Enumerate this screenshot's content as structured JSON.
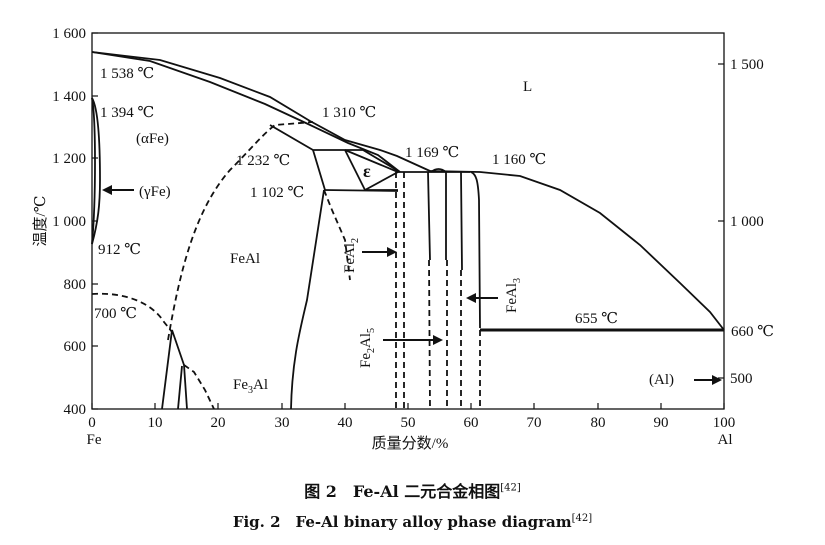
{
  "axes": {
    "x_ticks": [
      "0",
      "10",
      "20",
      "30",
      "40",
      "50",
      "60",
      "70",
      "80",
      "90",
      "100"
    ],
    "y_left_ticks": [
      "400",
      "600",
      "800",
      "1 000",
      "1 200",
      "1 400",
      "1 600"
    ],
    "y_right_ticks": [
      "500",
      "1 000",
      "1 500"
    ],
    "xlabel": "质量分数/%",
    "ylabel": "温度/℃",
    "x_end_left": "Fe",
    "x_end_right": "Al"
  },
  "labels": {
    "t1538": "1 538 ℃",
    "t1394": "1 394 ℃",
    "alphaFe": "(αFe)",
    "t1310": "1 310 ℃",
    "liquid": "L",
    "t1232": "1 232 ℃",
    "epsilon": "ε",
    "t1169": "1 169 ℃",
    "t1160": "1 160 ℃",
    "gammaFe": "(γFe)",
    "t1102": "1 102 ℃",
    "t912": "912 ℃",
    "feal": "FeAl",
    "t700": "700 ℃",
    "t655": "655 ℃",
    "t660": "660 ℃",
    "fe3al_main": "Fe",
    "fe3al_sub": "3",
    "fe3al_tail": "Al",
    "feal2_main": "FeAl",
    "feal2_sub": "2",
    "feal3_main": "FeAl",
    "feal3_sub": "3",
    "fe2al5_a": "Fe",
    "fe2al5_sub1": "2",
    "fe2al5_b": "Al",
    "fe2al5_sub2": "5",
    "al": "(Al)"
  },
  "caption": {
    "cn": "图 2　Fe-Al 二元合金相图",
    "cn_ref": "[42]",
    "en": "Fig. 2　Fe-Al binary alloy phase diagram",
    "en_ref": "[42]"
  }
}
